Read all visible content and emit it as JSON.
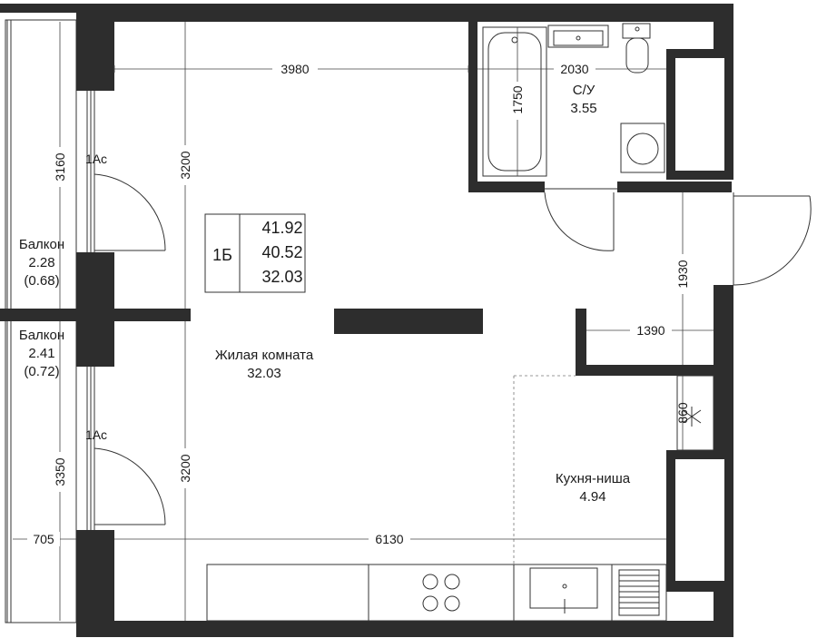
{
  "plan": {
    "apartment_type": "1Б",
    "areas": {
      "total": "41.92",
      "living_total": "40.52",
      "living": "32.03"
    },
    "rooms": {
      "living": {
        "name": "Жилая комната",
        "area": "32.03"
      },
      "bathroom": {
        "name": "С/У",
        "area": "3.55"
      },
      "kitchen": {
        "name": "Кухня-ниша",
        "area": "4.94"
      },
      "balcony_top": {
        "name": "Балкон",
        "area": "2.28",
        "reduced": "(0.68)"
      },
      "balcony_bottom": {
        "name": "Балкон",
        "area": "2.41",
        "reduced": "(0.72)"
      }
    },
    "doors": {
      "top_label": "1Ас",
      "bottom_label": "1Ас"
    },
    "dimensions": {
      "living_width": "3980",
      "bath_width": "2030",
      "bath_height": "1750",
      "living_height_top": "3200",
      "living_height_bottom": "3200",
      "balcony_top_len": "3160",
      "balcony_bottom_len": "3350",
      "balcony_depth": "705",
      "total_width": "6130",
      "hall_height": "1930",
      "hall_width": "1390",
      "kitchen_niche": "860"
    },
    "colors": {
      "wall": "#2d2d2d",
      "line": "#333333",
      "background": "#ffffff"
    }
  }
}
